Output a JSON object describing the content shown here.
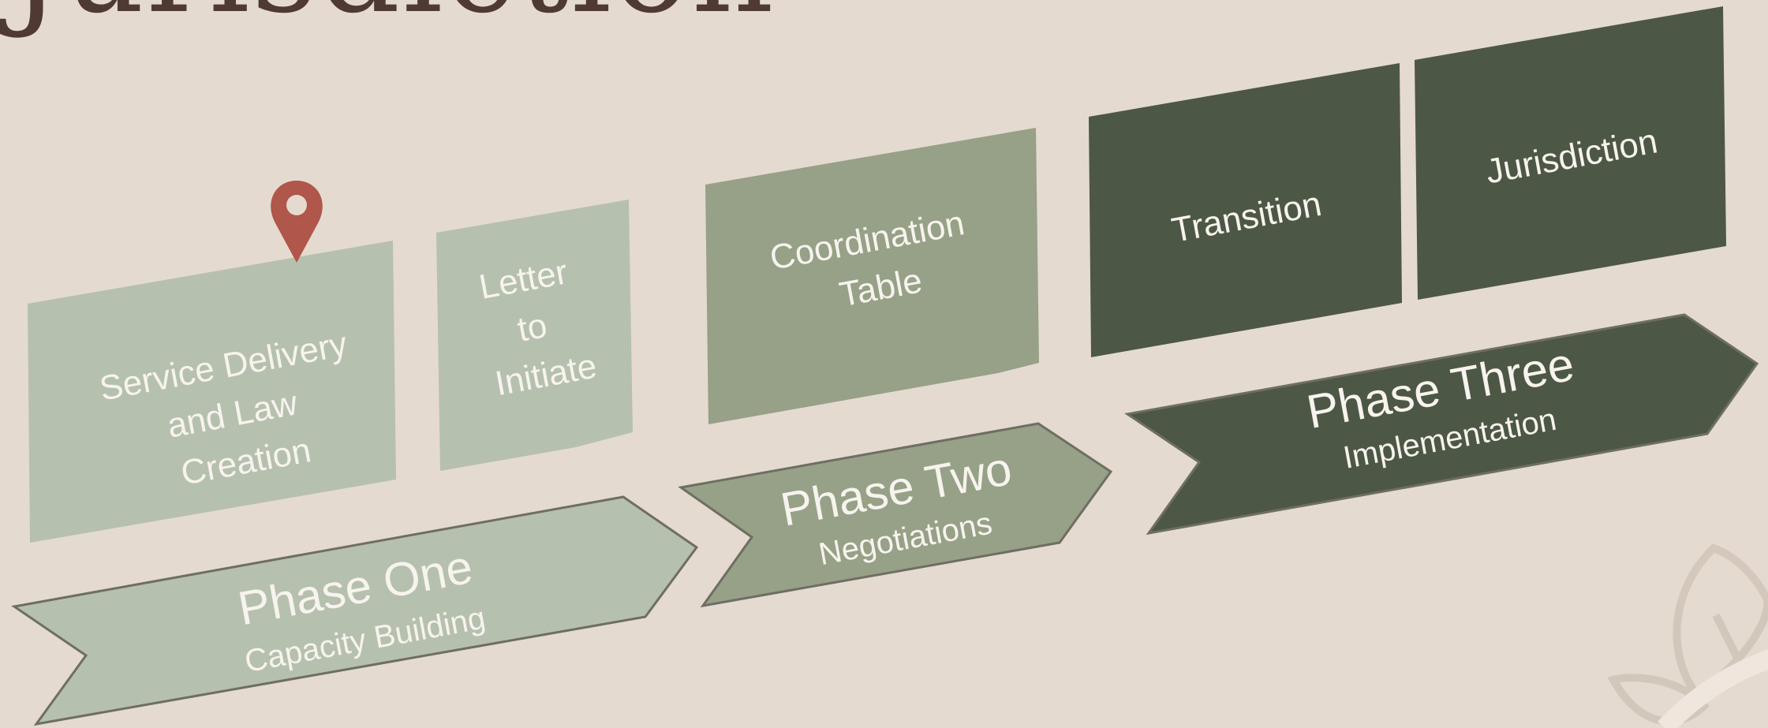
{
  "title": "Jurisdiction",
  "colors": {
    "background": "#e4dad0",
    "title": "#4f3a33",
    "phase_one": "#b6c0ae",
    "phase_two": "#96a187",
    "phase_three": "#4d5745",
    "marker": "#b0564a",
    "text": "#f7f3ee"
  },
  "steps": [
    {
      "lines": [
        "Service Delivery",
        "and Law",
        "Creation"
      ]
    },
    {
      "lines": [
        "Letter",
        "to",
        "Initiate"
      ]
    },
    {
      "lines": [
        "Coordination",
        "Table"
      ]
    },
    {
      "lines": [
        "Transition"
      ]
    },
    {
      "lines": [
        "Jurisdiction"
      ]
    }
  ],
  "phases": [
    {
      "title": "Phase One",
      "subtitle": "Capacity Building"
    },
    {
      "title": "Phase Two",
      "subtitle": "Negotiations"
    },
    {
      "title": "Phase Three",
      "subtitle": "Implementation"
    }
  ],
  "icons": {
    "marker": "map-pin-icon",
    "decoration": "leaf-icon"
  }
}
